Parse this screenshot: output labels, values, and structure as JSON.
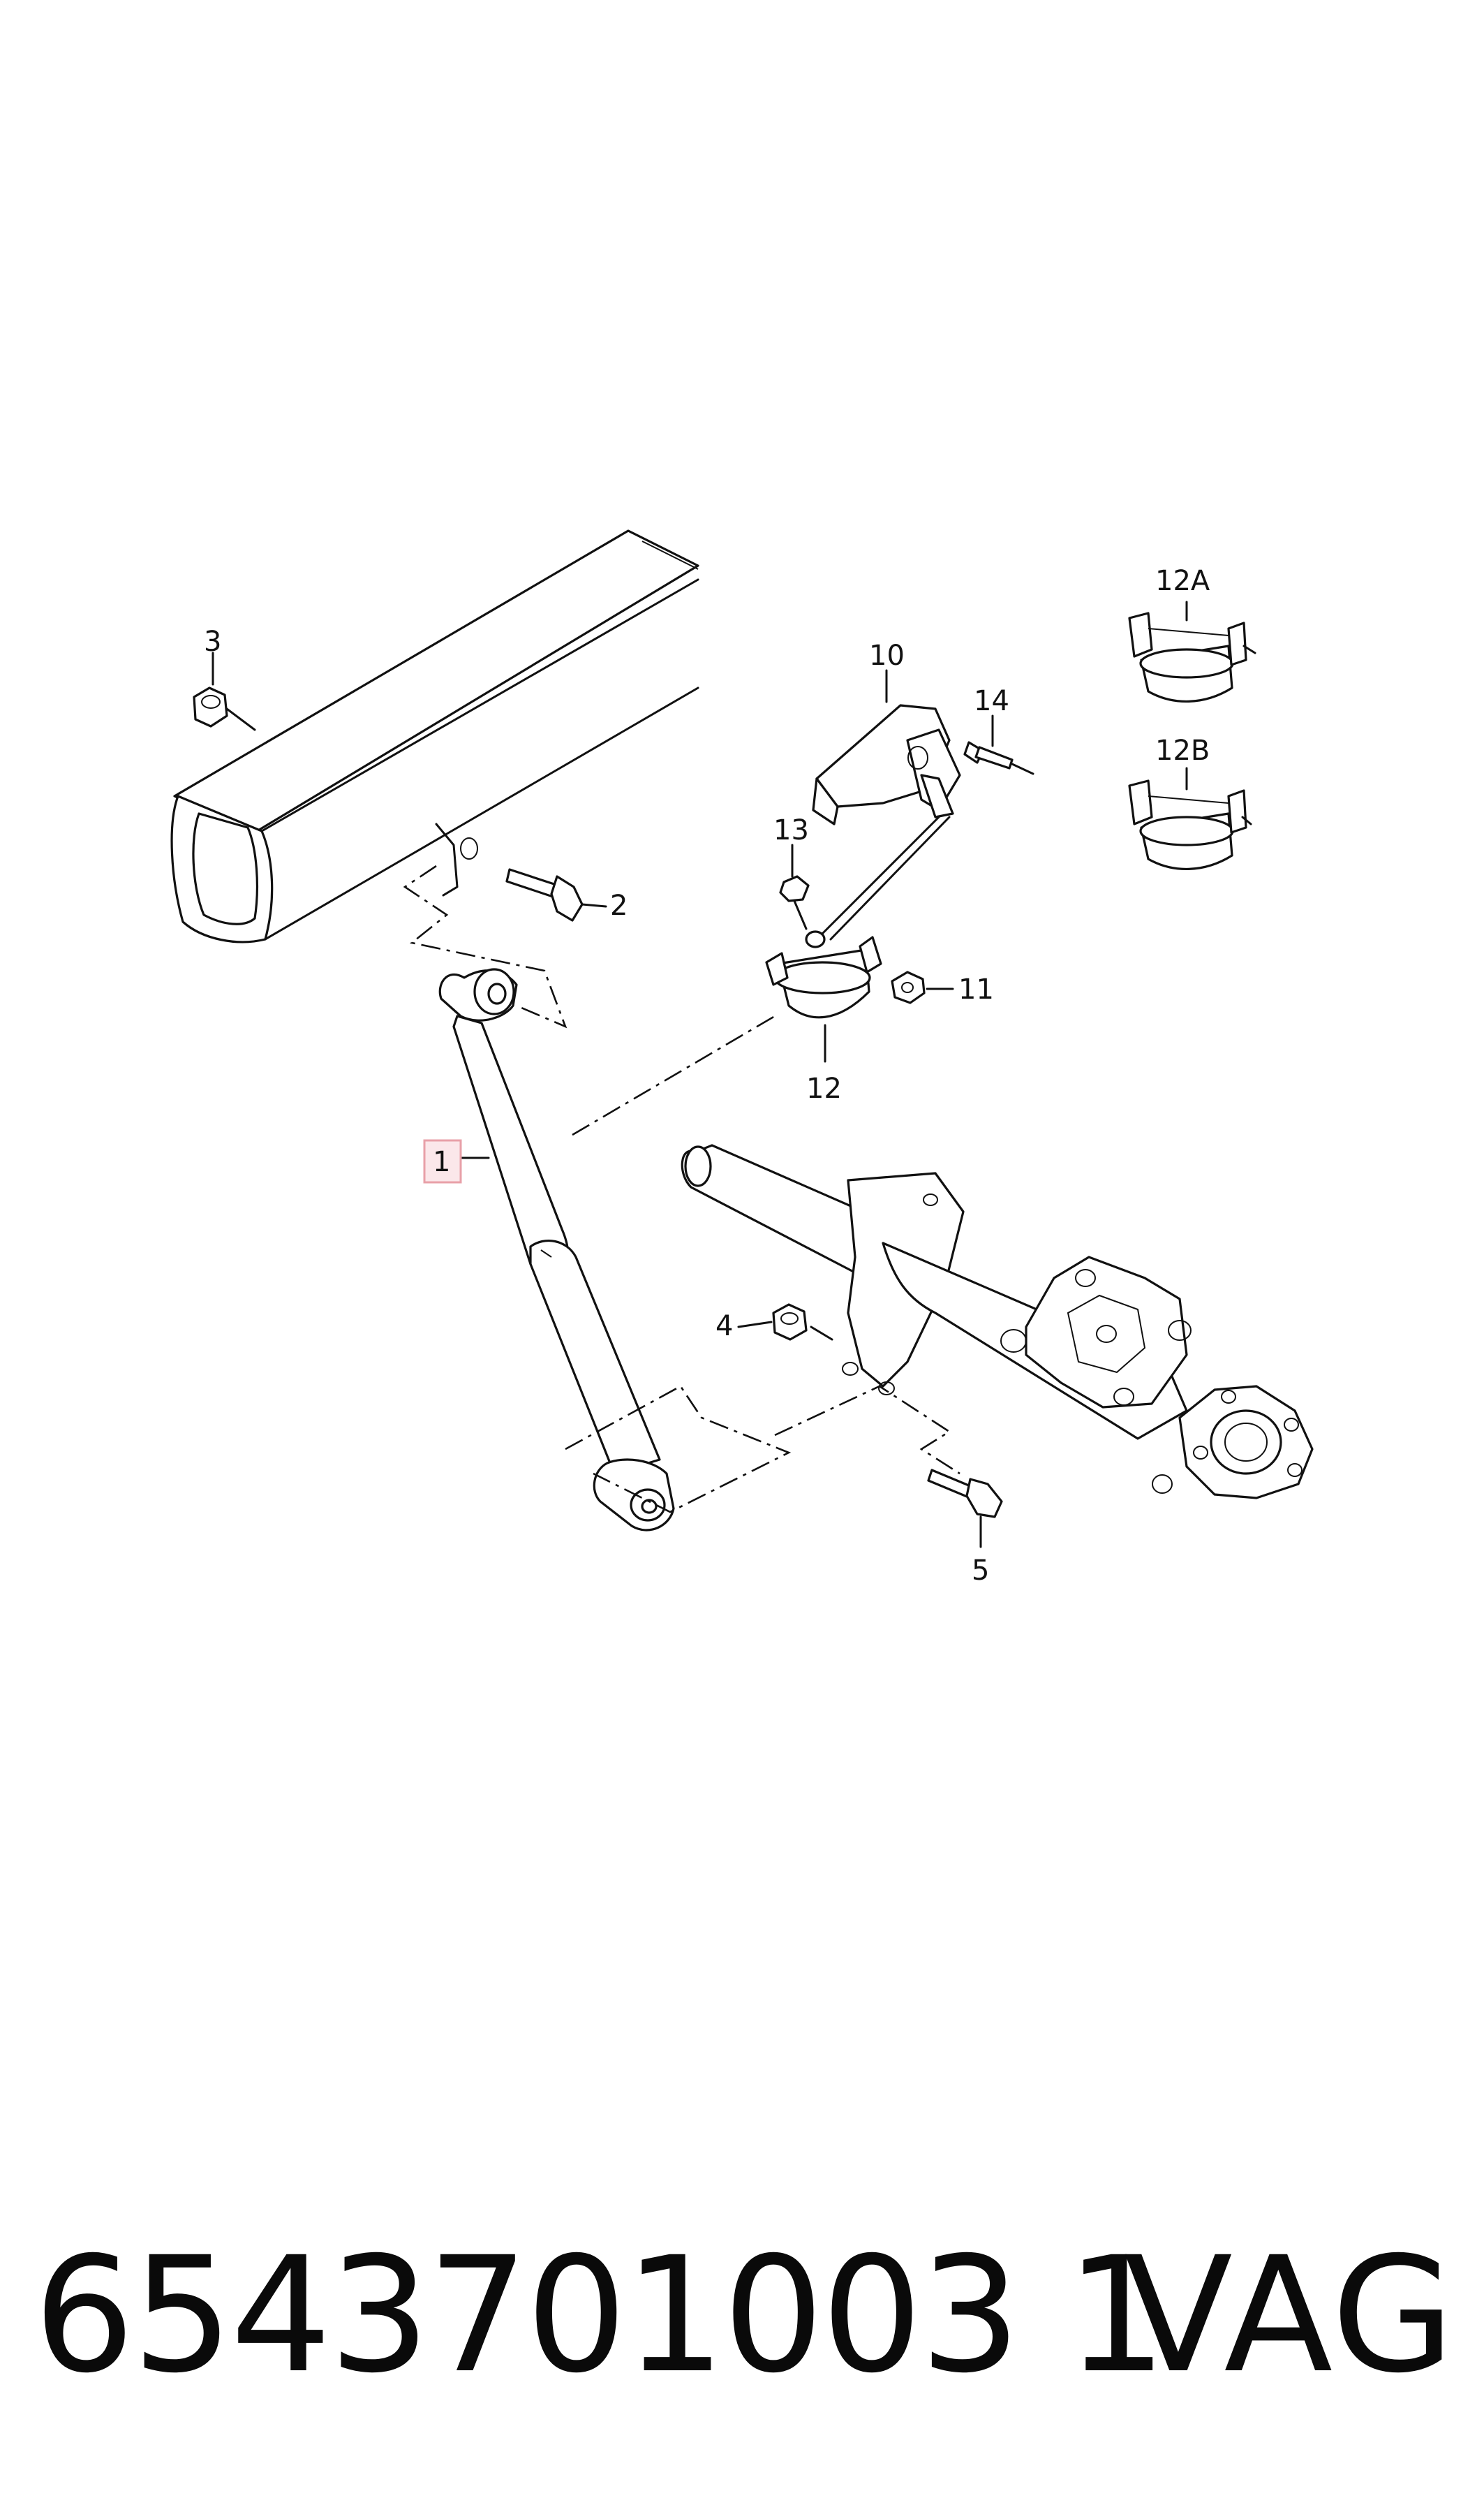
{
  "callouts": {
    "c1": "1",
    "c2": "2",
    "c3": "3",
    "c4": "4",
    "c5": "5",
    "c10": "10",
    "c11": "11",
    "c12": "12",
    "c12a": "12A",
    "c12b": "12B",
    "c13": "13",
    "c14": "14"
  },
  "highlight_color": "#e8a0a8",
  "footer": {
    "part_number": "6543701003 1",
    "brand": "VAG"
  }
}
